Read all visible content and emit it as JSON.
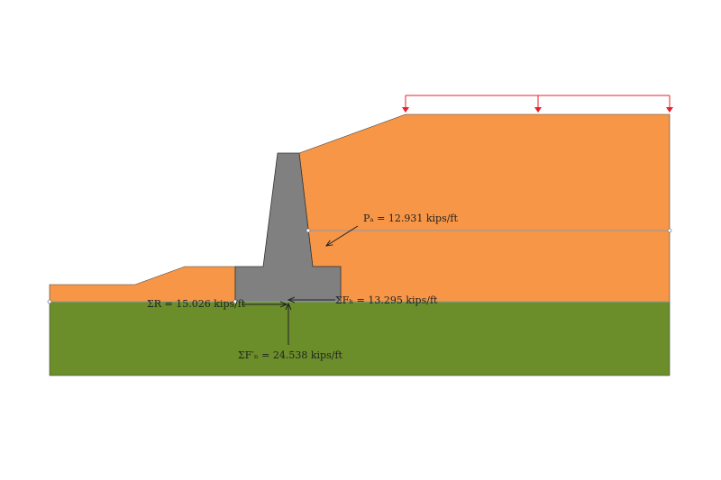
{
  "colors": {
    "backfill": "#F79646",
    "foundation": "#6B8E2A",
    "wall": "#808080",
    "surcharge": "#E8202A",
    "water_line": "#8C9AAA"
  },
  "labels": {
    "pa": "Pₐ = 12.931 kips/ft",
    "sum_r": "ΣR = 15.026 kips/ft",
    "sum_fh": "ΣFₕ = 13.295 kips/ft",
    "sum_fn": "ΣF′ₙ = 24.538 kips/ft"
  }
}
